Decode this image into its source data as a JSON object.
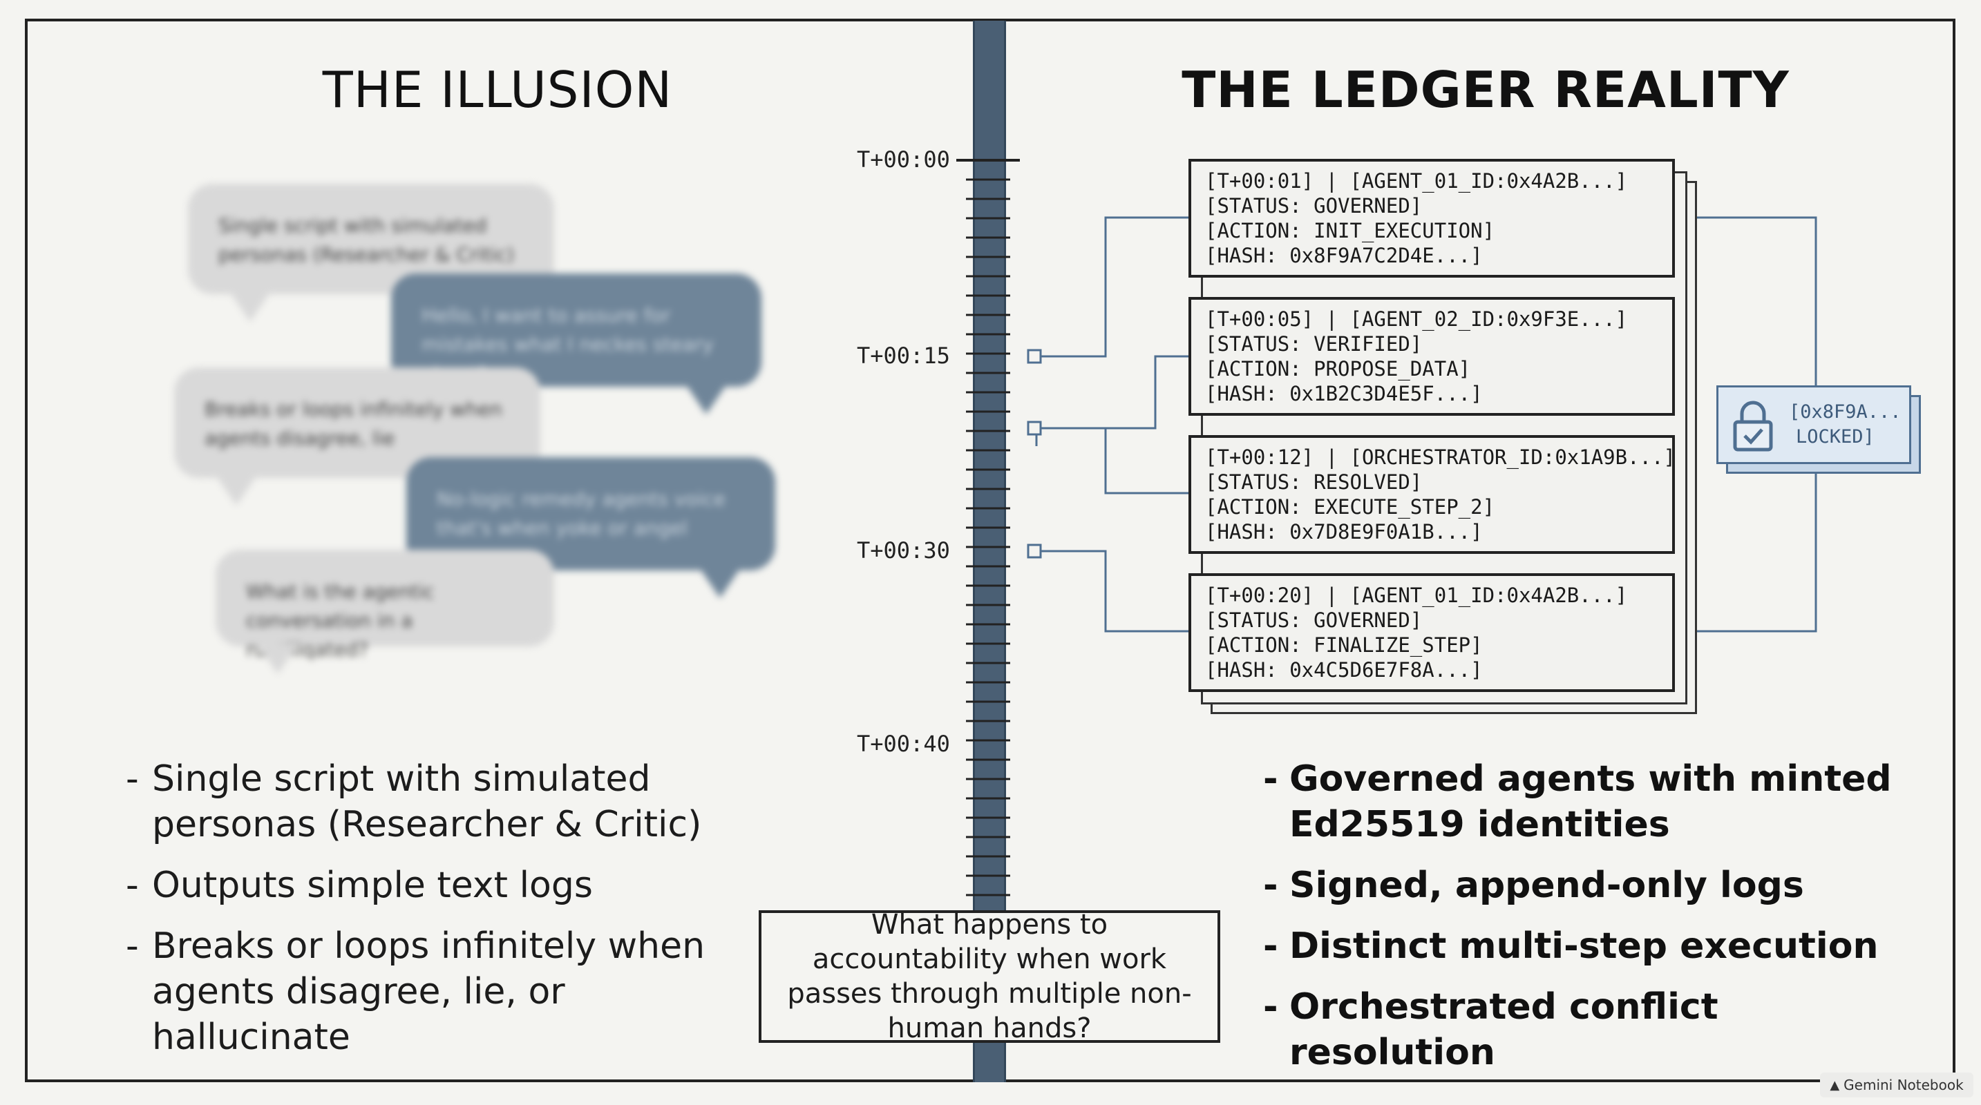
{
  "left_title": "THE ILLUSION",
  "right_title": "THE LEDGER REALITY",
  "chat_bubbles": [
    {
      "text": "Single script with simulated personas (Researcher & Critic)",
      "style": "gray"
    },
    {
      "text": "Hello, I want to assure for mistakes what I neckes steary about?",
      "style": "blue"
    },
    {
      "text": "Breaks or loops infinitely when agents disagree, lie",
      "style": "gray"
    },
    {
      "text": "No-logic remedy agents voice that's when yoke or angel",
      "style": "blue"
    },
    {
      "text": "What is the agentic conversation in a runtiliqated?",
      "style": "gray"
    }
  ],
  "left_bullets": [
    "Single script with simulated personas (Researcher & Critic)",
    "Outputs simple text logs",
    "Breaks or loops infinitely when agents disagree, lie, or hallucinate"
  ],
  "right_bullets": [
    "Governed agents with minted Ed25519 identities",
    "Signed, append-only logs",
    "Distinct multi-step execution",
    "Orchestrated conflict resolution"
  ],
  "bullet_dash": "-",
  "timeline_labels": [
    "T+00:00",
    "T+00:15",
    "T+00:30",
    "T+00:40"
  ],
  "question": "What happens to accountability when work passes through multiple non-human hands?",
  "ledger_entries": [
    {
      "header": "[T+00:01] | [AGENT_01_ID:0x4A2B...]",
      "status": "[STATUS: GOVERNED]",
      "action": "[ACTION: INIT_EXECUTION]",
      "hash": "[HASH: 0x8F9A7C2D4E...]"
    },
    {
      "header": "[T+00:05] | [AGENT_02_ID:0x9F3E...]",
      "status": "[STATUS: VERIFIED]",
      "action": "[ACTION: PROPOSE_DATA]",
      "hash": "[HASH: 0x1B2C3D4E5F...]"
    },
    {
      "header": "[T+00:12] | [ORCHESTRATOR_ID:0x1A9B...]",
      "status": "[STATUS: RESOLVED]",
      "action": "[ACTION: EXECUTE_STEP_2]",
      "hash": "[HASH: 0x7D8E9F0A1B...]"
    },
    {
      "header": "[T+00:20] | [AGENT_01_ID:0x4A2B...]",
      "status": "[STATUS: GOVERNED]",
      "action": "[ACTION: FINALIZE_STEP]",
      "hash": "[HASH: 0x4C5D6E7F8A...]"
    }
  ],
  "lock": {
    "line1": "[0x8F9A...",
    "line2": "LOCKED]",
    "icon": "lock-check-icon",
    "color": "#4f6f91"
  },
  "watermark": "Gemini Notebook",
  "colors": {
    "timeline": "#4a5f74",
    "connector": "#4f6f91",
    "bubble_gray": "#d9d9d9",
    "bubble_blue": "#6f8599"
  }
}
